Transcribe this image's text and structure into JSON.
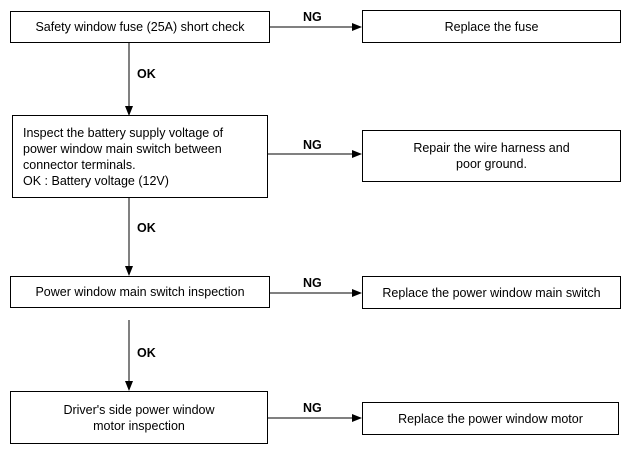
{
  "steps": [
    {
      "check": "Safety window fuse (25A) short check",
      "ng": "NG",
      "action": "Replace the fuse",
      "ok": "OK"
    },
    {
      "check": "Inspect the battery supply voltage of\npower window main switch between\nconnector terminals.\nOK : Battery voltage (12V)",
      "ng": "NG",
      "action": "Repair the wire harness and\npoor ground.",
      "ok": "OK"
    },
    {
      "check": "Power window main switch inspection",
      "ng": "NG",
      "action": "Replace the power window main switch",
      "ok": "OK"
    },
    {
      "check": "Driver's side power window\nmotor  inspection",
      "ng": "NG",
      "action": "Replace the power window motor"
    }
  ]
}
